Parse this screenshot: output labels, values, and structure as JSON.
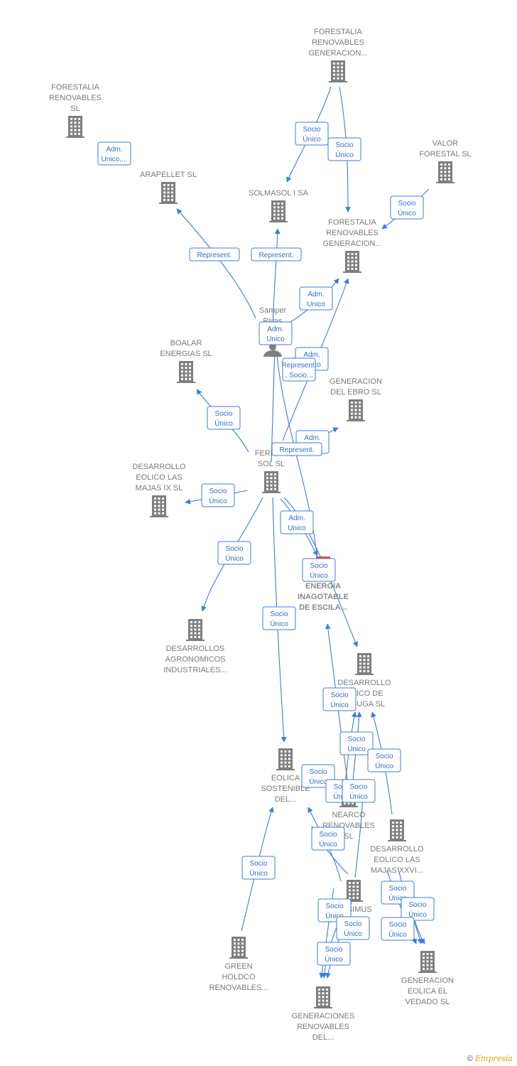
{
  "nodes": [
    {
      "id": "n1",
      "type": "company",
      "lines": [
        "FORESTALIA",
        "RENOVABLES",
        "GENERACION..."
      ]
    },
    {
      "id": "n2",
      "type": "company",
      "lines": [
        "FORESTALIA",
        "RENOVABLES",
        "SL"
      ]
    },
    {
      "id": "n3",
      "type": "company",
      "lines": [
        "VALOR",
        "FORESTAL SL"
      ]
    },
    {
      "id": "n4",
      "type": "company",
      "lines": [
        "ARAPELLET  SL"
      ]
    },
    {
      "id": "n5",
      "type": "company",
      "lines": [
        "SOLMASOL I SA"
      ]
    },
    {
      "id": "n6",
      "type": "company",
      "lines": [
        "FORESTALIA",
        "RENOVABLES",
        "GENERACION..."
      ]
    },
    {
      "id": "n7",
      "type": "person",
      "lines": [
        "Samper",
        "Rivas",
        "Fe..."
      ]
    },
    {
      "id": "n8",
      "type": "company",
      "lines": [
        "BOALAR",
        "ENERGIAS  SL"
      ]
    },
    {
      "id": "n9",
      "type": "company",
      "lines": [
        "GENERACION",
        "DEL EBRO  SL"
      ]
    },
    {
      "id": "n10",
      "type": "company",
      "lines": [
        "FERNA...",
        "SOL SL"
      ]
    },
    {
      "id": "n11",
      "type": "company",
      "lines": [
        "DESARROLLO",
        "EOLICO LAS",
        "MAJAS IX  SL"
      ]
    },
    {
      "id": "n12",
      "type": "focus",
      "lines": [
        "ENERGIA",
        "INAGOTABLE",
        "DE ESCILA..."
      ]
    },
    {
      "id": "n13",
      "type": "company",
      "lines": [
        "DESARROLLOS",
        "AGRONOMICOS",
        "INDUSTRIALES..."
      ]
    },
    {
      "id": "n14",
      "type": "company",
      "lines": [
        "DESARROLLO",
        "...LICO DE",
        "...MUGA SL"
      ]
    },
    {
      "id": "n15",
      "type": "company",
      "lines": [
        "EOLICA",
        "SOSTENIBLE",
        "DEL..."
      ]
    },
    {
      "id": "n16",
      "type": "company",
      "lines": [
        "NEARCO",
        "RENOVABLES",
        "SL"
      ]
    },
    {
      "id": "n17",
      "type": "company",
      "lines": [
        "DESARROLLO",
        "EOLICO LAS",
        "MAJAS XXVI..."
      ]
    },
    {
      "id": "n18",
      "type": "company",
      "lines": [
        "...SSIMUS",
        "...ES"
      ]
    },
    {
      "id": "n19",
      "type": "company",
      "lines": [
        "GREEN",
        "HOLDCO",
        "RENOVABLES..."
      ]
    },
    {
      "id": "n20",
      "type": "company",
      "lines": [
        "GENERACION",
        "EOLICA EL",
        "VEDADO SL"
      ]
    },
    {
      "id": "n21",
      "type": "company",
      "lines": [
        "GENERACIONES",
        "RENOVABLES",
        "DEL..."
      ]
    }
  ],
  "badges": [
    {
      "lines": [
        "Adm.",
        "Unico,..."
      ]
    },
    {
      "lines": [
        "Socio",
        "Único"
      ]
    },
    {
      "lines": [
        "Socio",
        "Único"
      ]
    },
    {
      "lines": [
        "Socio",
        "Único"
      ]
    },
    {
      "lines": [
        "Represent."
      ]
    },
    {
      "lines": [
        "Represent."
      ]
    },
    {
      "lines": [
        "Adm.",
        "Unico"
      ]
    },
    {
      "lines": [
        "Adm.",
        "Unico"
      ]
    },
    {
      "lines": [
        "Adm.",
        "Unico"
      ]
    },
    {
      "lines": [
        "Represent.",
        ", Socio..."
      ]
    },
    {
      "lines": [
        "Socio",
        "Único"
      ]
    },
    {
      "lines": [
        "Adm.",
        "Unico"
      ]
    },
    {
      "lines": [
        "Represent."
      ]
    },
    {
      "lines": [
        "Socio",
        "Único"
      ]
    },
    {
      "lines": [
        "Adm.",
        "Unico"
      ]
    },
    {
      "lines": [
        "Socio",
        "Único"
      ]
    },
    {
      "lines": [
        "Socio",
        "Único"
      ]
    },
    {
      "lines": [
        "Socio",
        "Único"
      ]
    },
    {
      "lines": [
        "Socio",
        "Único"
      ]
    },
    {
      "lines": [
        "Socio",
        "Único"
      ]
    },
    {
      "lines": [
        "Socio",
        "Único"
      ]
    },
    {
      "lines": [
        "Socio",
        "Único"
      ]
    },
    {
      "lines": [
        "Socio",
        "Único"
      ]
    },
    {
      "lines": [
        "Socio",
        "Único"
      ]
    },
    {
      "lines": [
        "Socio",
        "Único"
      ]
    },
    {
      "lines": [
        "Socio",
        "Único"
      ]
    },
    {
      "lines": [
        "Socio",
        "Único"
      ]
    },
    {
      "lines": [
        "Socio",
        "Único"
      ]
    },
    {
      "lines": [
        "Socio",
        "Único"
      ]
    },
    {
      "lines": [
        "Socio",
        "Único"
      ]
    },
    {
      "lines": [
        "Socio",
        "Único"
      ]
    },
    {
      "lines": [
        "Socio",
        "Único"
      ]
    }
  ],
  "colors": {
    "edge": "#3b7dd8",
    "icon": "#7f7f7f",
    "focus": "#e0533a"
  },
  "footer": {
    "copyright": "©",
    "brand": "Empresia"
  }
}
